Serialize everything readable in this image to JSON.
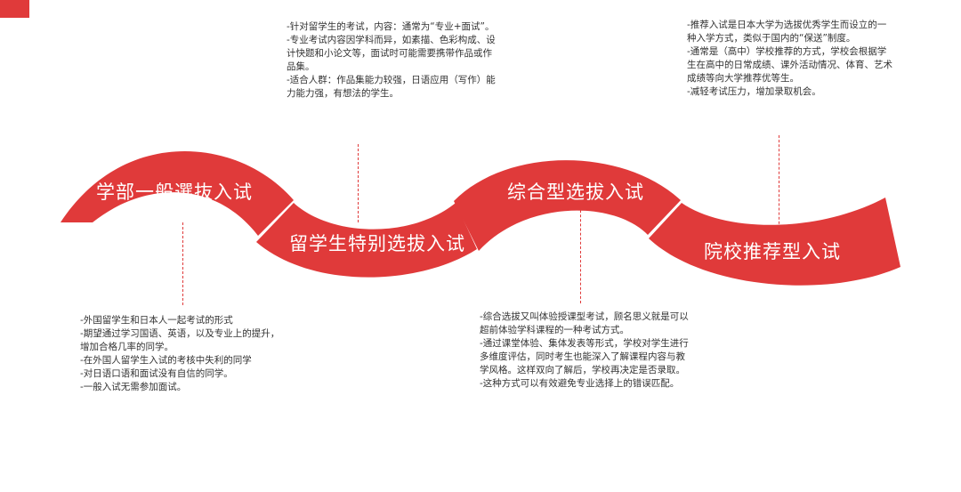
{
  "accent_color": "#e03a3a",
  "stages": [
    {
      "label": "学部一般選抜入试"
    },
    {
      "label": "留学生特别选拔入试"
    },
    {
      "label": "综合型选拔入试"
    },
    {
      "label": "院校推荐型入试"
    }
  ],
  "notes": {
    "stage1": [
      "-外国留学生和日本人一起考试的形式",
      "-期望通过学习国语、英语，以及专业上的提升，增加合格几率的同学。",
      "-在外国人留学生入试的考核中失利的同学",
      "-对日语口语和面试没有自信的同学。",
      "-一般入试无需参加面试。"
    ],
    "stage2": [
      "-针对留学生的考试，内容：通常为“专业+面试”。",
      "-专业考试内容因学科而异，如素描、色彩构成、设计快题和小论文等，面试时可能需要携带作品或作品集。",
      "-适合人群：作品集能力较强，日语应用（写作）能力能力强，有想法的学生。"
    ],
    "stage3": [
      "-综合选拔又叫体验授课型考试，顾名思义就是可以超前体验学科课程的一种考试方式。",
      "-通过课堂体验、集体发表等形式，学校对学生进行多维度评估，同时考生也能深入了解课程内容与教学风格。这样双向了解后，学校再决定是否录取。",
      "-这种方式可以有效避免专业选择上的错误匹配。"
    ],
    "stage4": [
      "-推荐入试是日本大学为选拔优秀学生而设立的一种入学方式，类似于国内的“保送”制度。",
      "-通常是（高中）学校推荐的方式，学校会根据学生在高中的日常成绩、课外活动情况、体育、艺术成绩等向大学推荐优等生。",
      "-减轻考试压力，增加录取机会。"
    ]
  }
}
